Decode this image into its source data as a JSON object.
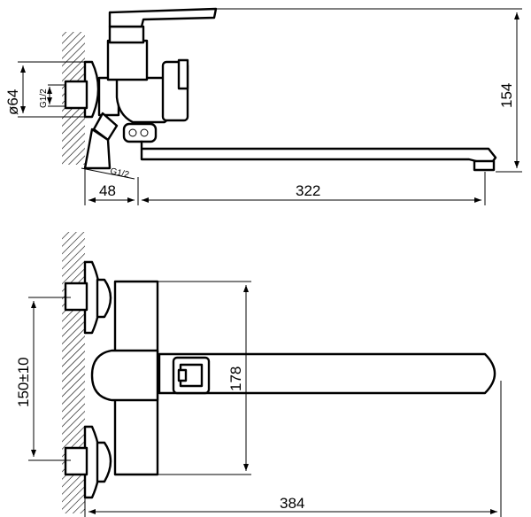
{
  "top_view": {
    "dim_width": "322",
    "dim_offset": "48",
    "dim_height": "154",
    "dim_diameter": "ø64",
    "thread_inlet": "G1/2",
    "thread_outlet": "G1/2"
  },
  "bottom_view": {
    "dim_spacing": "150±10",
    "dim_height": "178",
    "dim_length": "384"
  }
}
